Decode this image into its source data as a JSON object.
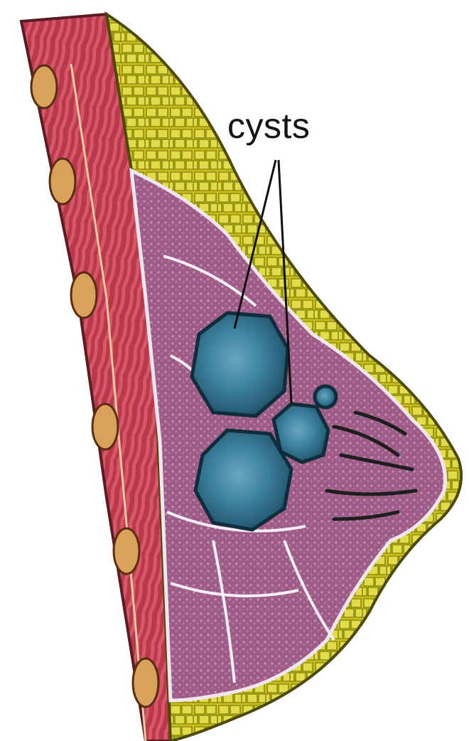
{
  "labels": {
    "cysts": "cysts"
  },
  "colors": {
    "background": "#ffffff",
    "muscle": "#b7394a",
    "muscle_light": "#d8576a",
    "fat": "#c9c21a",
    "fat_light": "#e2dc4a",
    "glandular": "#9d5c86",
    "glandular_light": "#c486b3",
    "cyst": "#2f6f8c",
    "cyst_highlight": "#6aa6bf",
    "rib": "#d9a25a",
    "outline": "#222222"
  },
  "structures": [
    {
      "name": "chest-wall-muscle",
      "color_key": "muscle"
    },
    {
      "name": "rib-cross-sections",
      "color_key": "rib"
    },
    {
      "name": "fatty-tissue",
      "color_key": "fat"
    },
    {
      "name": "glandular-tissue",
      "color_key": "glandular"
    },
    {
      "name": "breast-cysts",
      "count": 4,
      "color_key": "cyst"
    },
    {
      "name": "nipple-ducts",
      "color_key": "outline"
    }
  ]
}
